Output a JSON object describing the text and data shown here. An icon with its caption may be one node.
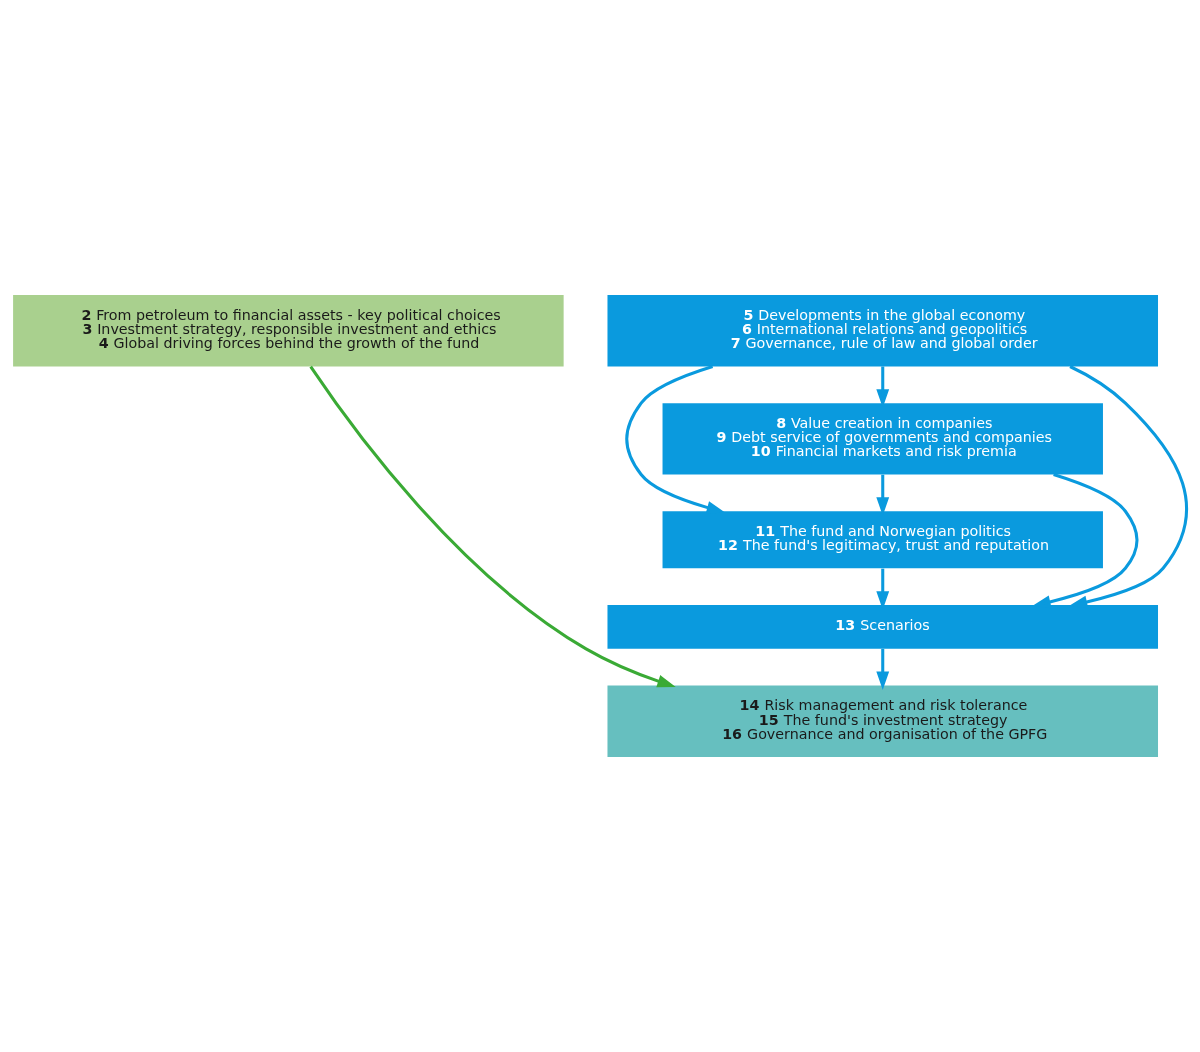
{
  "diagram": {
    "nodes": [
      {
        "text": [
          "**2** From petroleum to financial assets - key political choices",
          "**3** Investment strategy, responsible investment and ethics",
          "**4** Global driving forces behind the growth of the fund"
        ]
      },
      {
        "text": [
          "**5** Developments in the global economy",
          "**6** International relations and geopolitics",
          "**7** Governance, rule of law and global order"
        ]
      },
      {
        "text": [
          "**8** Value creation in companies",
          "**9** Debt service of governments and companies",
          "**10** Financial markets and risk premia"
        ]
      },
      {
        "text": [
          "**11** The fund and Norwegian politics",
          "**12** The fund's legitimacy, trust and reputation"
        ]
      },
      {
        "text": [
          "**13** Scenarios"
        ]
      },
      {
        "text": [
          "**14** Risk management and risk tolerance",
          "**15** The fund's investment strategy",
          "**16** Governance and organisation of the GPFG"
        ]
      }
    ],
    "edges": [
      {
        "from": 0,
        "to": 5,
        "arrow": "to",
        "color": "#3aaa35"
      },
      {
        "from": 1,
        "to": 2,
        "arrow": "to"
      },
      {
        "from": 1,
        "to": 4,
        "arrow": "to"
      },
      {
        "from": 1,
        "to": 3,
        "arrow": "to"
      },
      {
        "from": 2,
        "to": 3,
        "arrow": "to"
      },
      {
        "from": 2,
        "to": 4,
        "arrow": "to"
      },
      {
        "from": 3,
        "to": 4,
        "arrow": "to"
      },
      {
        "from": 4,
        "to": 5,
        "arrow": "to"
      }
    ]
  }
}
